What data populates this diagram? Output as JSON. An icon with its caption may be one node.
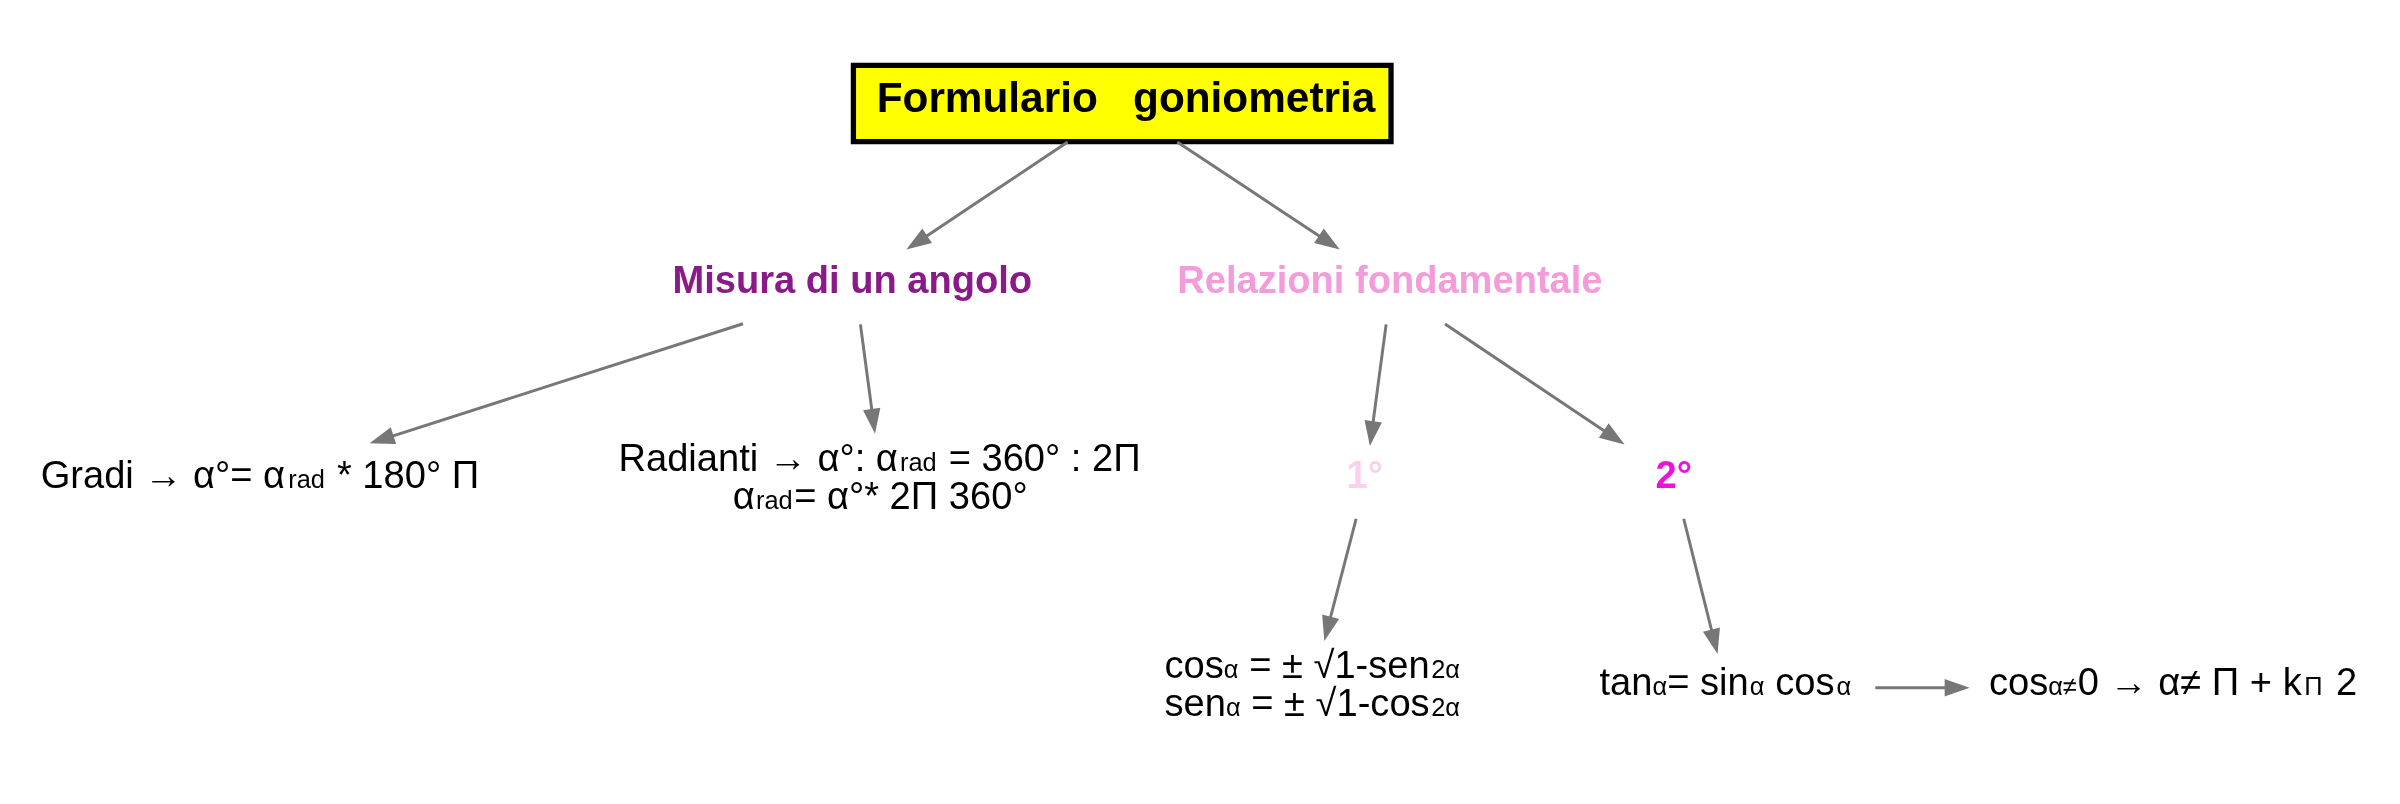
{
  "diagram": {
    "nodes": [
      {
        "text": [
          "Formulario   goniometria"
        ]
      },
      {
        "text": [
          "Misura di un angolo"
        ]
      },
      {
        "text": [
          "Relazioni fondamentale"
        ]
      },
      {
        "text": [
          "Gradi → α°= α$^{rad}$ * 180° Π"
        ]
      },
      {
        "text": [
          "Radianti → α°: α$^{rad}$ = 360° : 2Π",
          "α$^{rad}$= α°* 2Π 360°"
        ]
      },
      {
        "text": [
          "1°"
        ]
      },
      {
        "text": [
          "2°"
        ]
      },
      {
        "text": [
          "cos$^{α}$ = ± √1-sen$^{2α}$",
          "sen$^{α}$ = ± √1-cos$^{2α}$"
        ]
      },
      {
        "text": [
          "tan$^{α}$= sin$^{α}$ cos$^{α}$"
        ]
      },
      {
        "text": [
          "cos$^{α≠}$0 → α≠ Π + k$^{Π}$ 2"
        ]
      }
    ],
    "edges": [
      {
        "from": 0,
        "to": 1,
        "arrow": "to"
      },
      {
        "from": 0,
        "to": 2,
        "arrow": "to"
      },
      {
        "from": 1,
        "to": 3,
        "arrow": "to"
      },
      {
        "from": 1,
        "to": 4,
        "arrow": "to"
      },
      {
        "from": 2,
        "to": 5,
        "arrow": "to"
      },
      {
        "from": 2,
        "to": 6,
        "arrow": "to"
      },
      {
        "from": 5,
        "to": 7,
        "arrow": "to"
      },
      {
        "from": 6,
        "to": 8,
        "arrow": "to"
      },
      {
        "from": 8,
        "to": 9,
        "arrow": "to"
      }
    ]
  }
}
